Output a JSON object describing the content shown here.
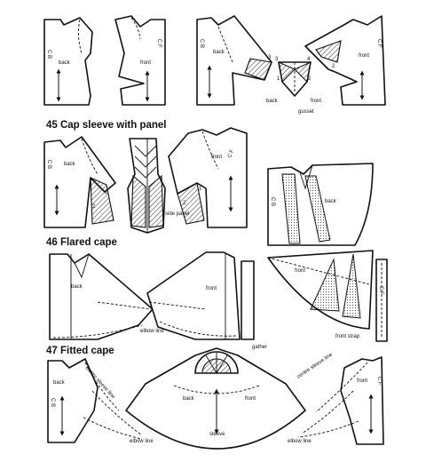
{
  "headings": {
    "h45": "45 Cap sleeve with panel",
    "h46": "46 Flared cape",
    "h47": "47 Fitted cape"
  },
  "labels": {
    "top_back": "back",
    "top_front": "front",
    "top_cb": "C B",
    "top_cf": "C F",
    "top_back2": "back",
    "top_front2": "front",
    "top_cb2": "C B",
    "top_cf2": "C F",
    "gusset": "gusset",
    "gusset_back": "back",
    "gusset_front": "front",
    "n1": "1",
    "n2": "2",
    "n3": "3",
    "n4": "4",
    "c45_back": "back",
    "c45_cb": "C B",
    "c45_front": "front",
    "c45_side_panel": "side panel",
    "c45_cf": "C F",
    "c46_back": "back",
    "c46_front": "front",
    "c46_elbow": "elbow line",
    "r_back": "back",
    "r_cb": "C B",
    "r_front": "front",
    "r_front_strap": "front strap",
    "r_cf": "C F",
    "c47_back": "back",
    "c47_cb": "C B",
    "c47_centre_sleeve": "centre sleeve line",
    "c47_elbow": "elbow line",
    "c47_gather": "gather",
    "c47_back2": "back",
    "c47_front2": "front",
    "c47_sleeve": "sleeve",
    "c47_centre_sleeve2": "centre sleeve line",
    "c47_elbow2": "elbow line",
    "c47_front": "front",
    "c47_cf": "C F"
  }
}
